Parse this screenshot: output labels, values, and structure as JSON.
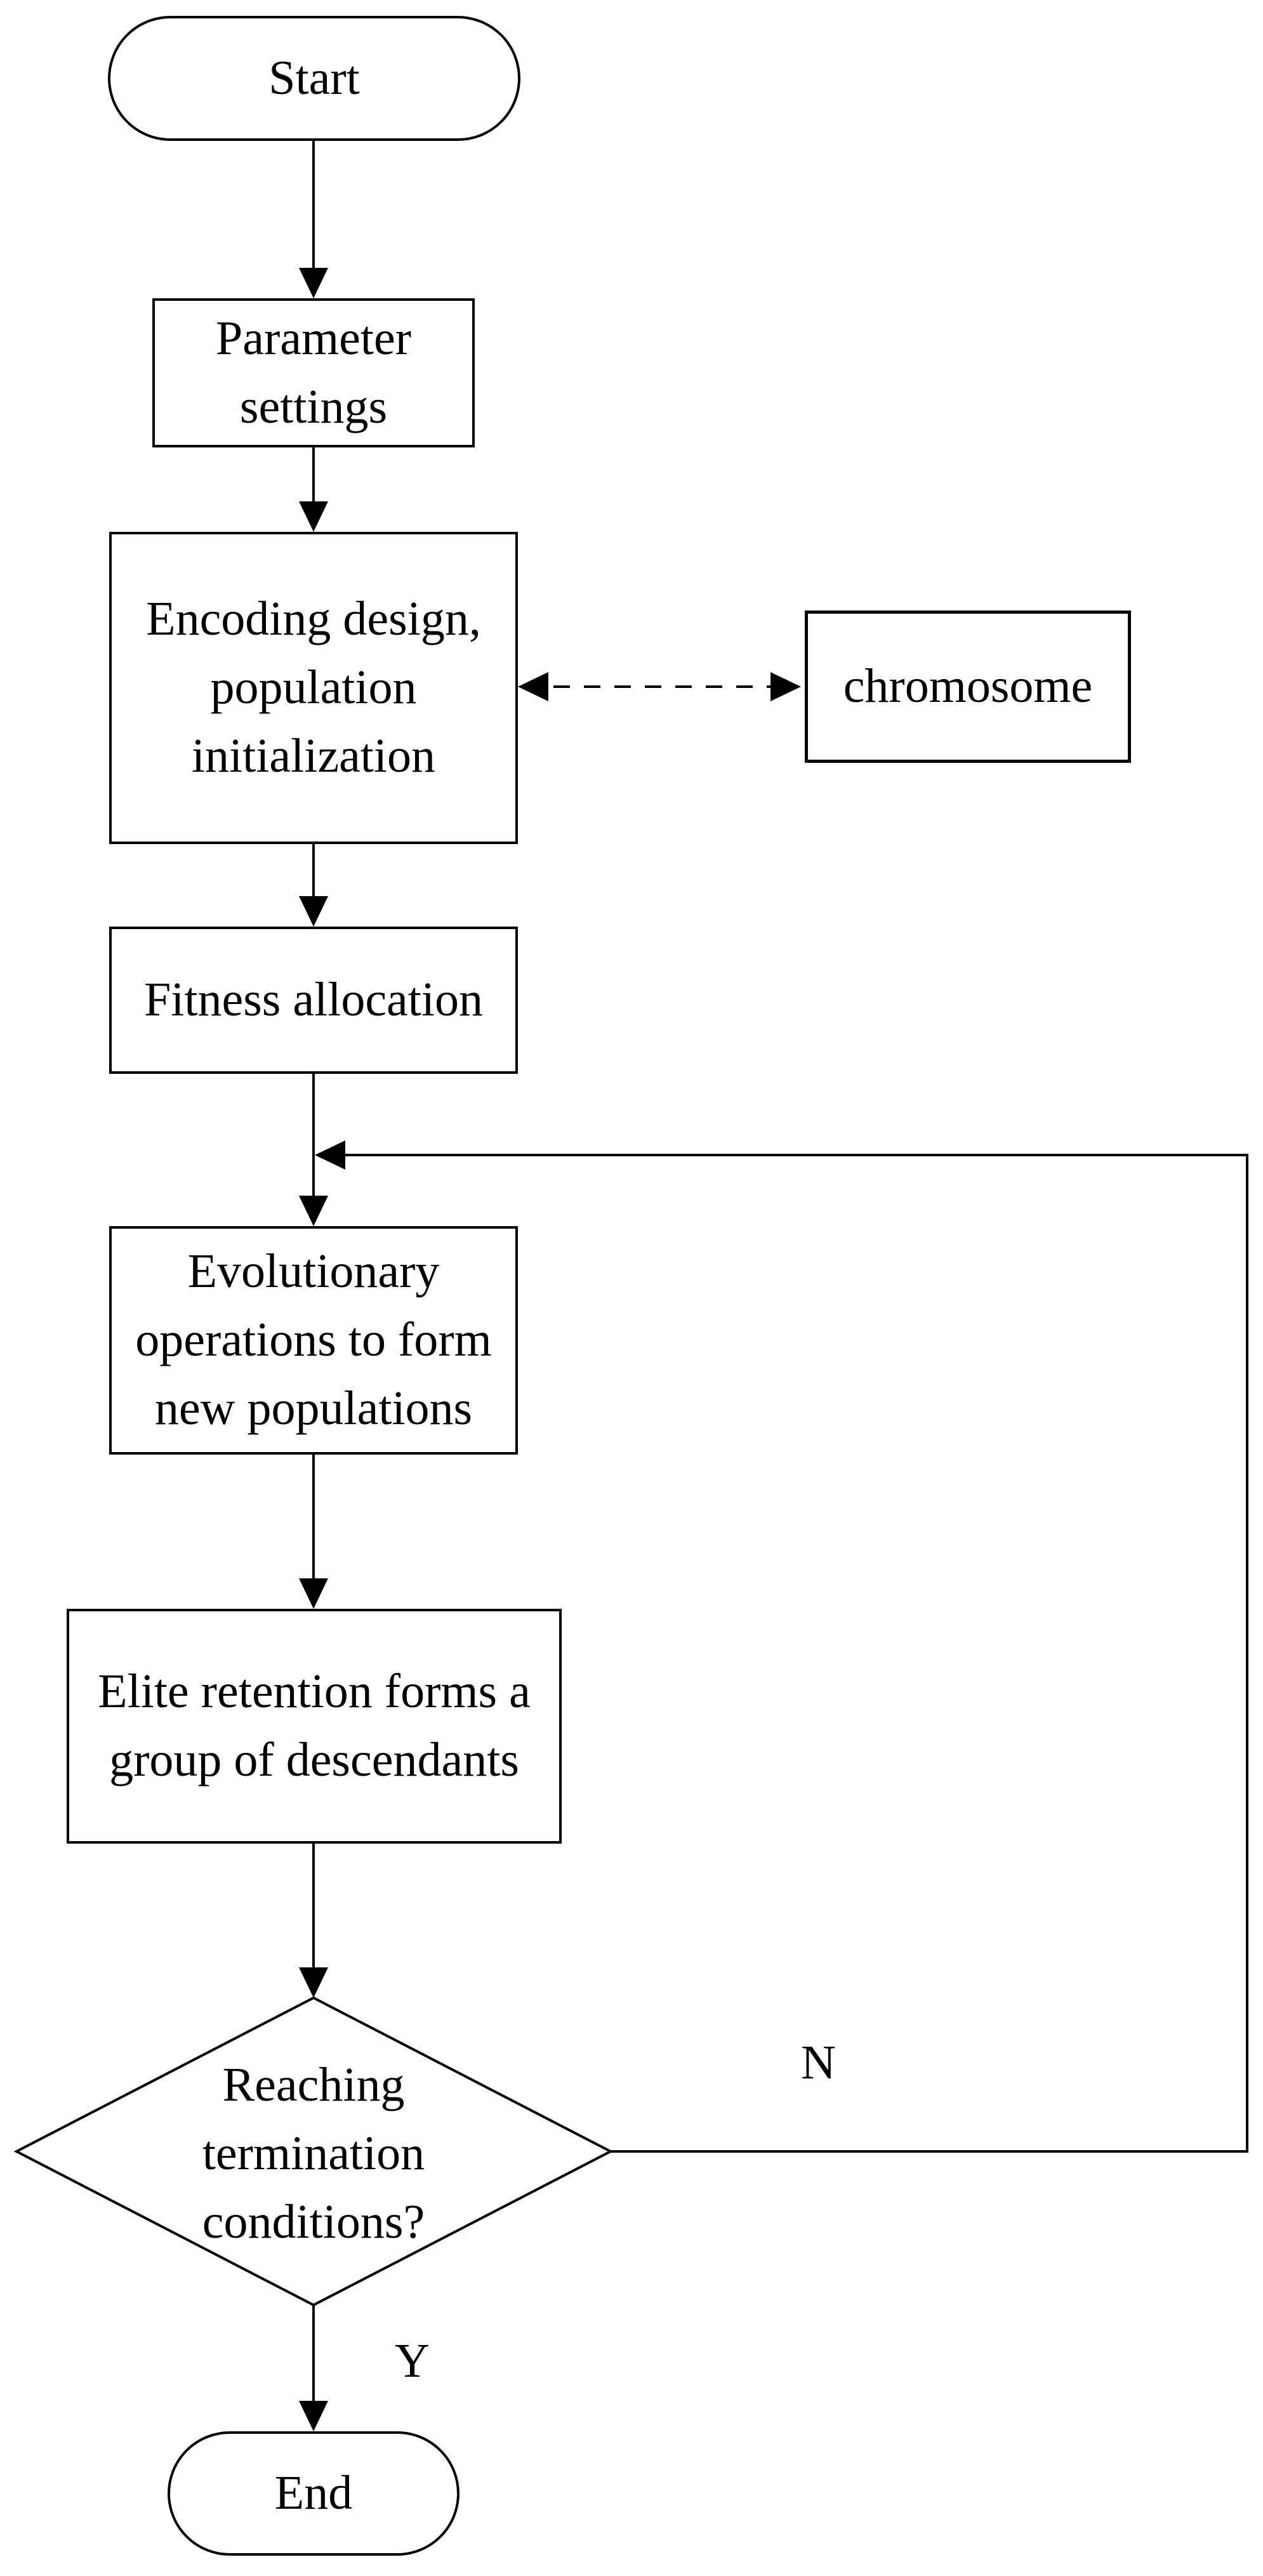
{
  "nodes": {
    "start": {
      "type": "terminator",
      "label": "Start"
    },
    "parameter": {
      "type": "process",
      "label": "Parameter\nsettings"
    },
    "encoding": {
      "type": "process",
      "label": "Encoding design,\npopulation\ninitialization"
    },
    "chromosome": {
      "type": "process",
      "label": "chromosome"
    },
    "fitness": {
      "type": "process",
      "label": "Fitness allocation"
    },
    "evolutionary": {
      "type": "process",
      "label": "Evolutionary\noperations to form\nnew populations"
    },
    "elite": {
      "type": "process",
      "label": "Elite retention forms a\ngroup of descendants"
    },
    "decision": {
      "type": "decision",
      "label": "Reaching\ntermination\nconditions?"
    },
    "end": {
      "type": "terminator",
      "label": "End"
    }
  },
  "edges": {
    "no_label": "N",
    "yes_label": "Y"
  },
  "colors": {
    "ink": "#000000",
    "background": "#ffffff"
  }
}
